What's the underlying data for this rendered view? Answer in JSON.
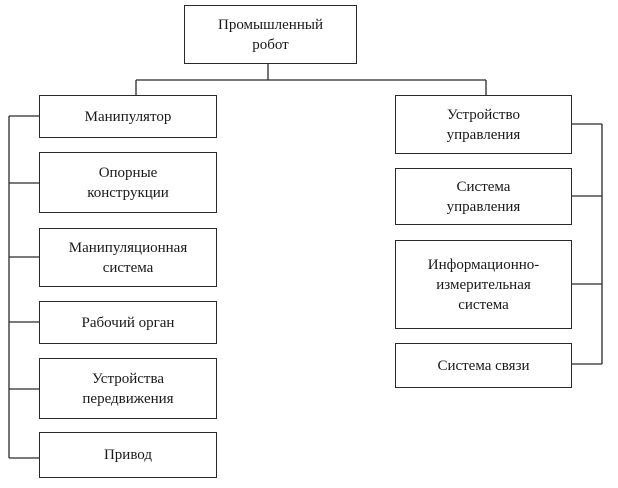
{
  "diagram": {
    "root": {
      "label": "Промышленный\nробот"
    },
    "left_group": {
      "head": {
        "label": "Манипулятор"
      },
      "items": [
        {
          "label": "Опорные\nконструкции"
        },
        {
          "label": "Манипуляционная\nсистема"
        },
        {
          "label": "Рабочий орган"
        },
        {
          "label": "Устройства\nпередвижения"
        },
        {
          "label": "Привод"
        }
      ]
    },
    "right_group": {
      "head": {
        "label": "Устройство\nуправления"
      },
      "items": [
        {
          "label": "Система\nуправления"
        },
        {
          "label": "Информационно-\nизмерительная\nсистема"
        },
        {
          "label": "Система связи"
        }
      ]
    }
  }
}
